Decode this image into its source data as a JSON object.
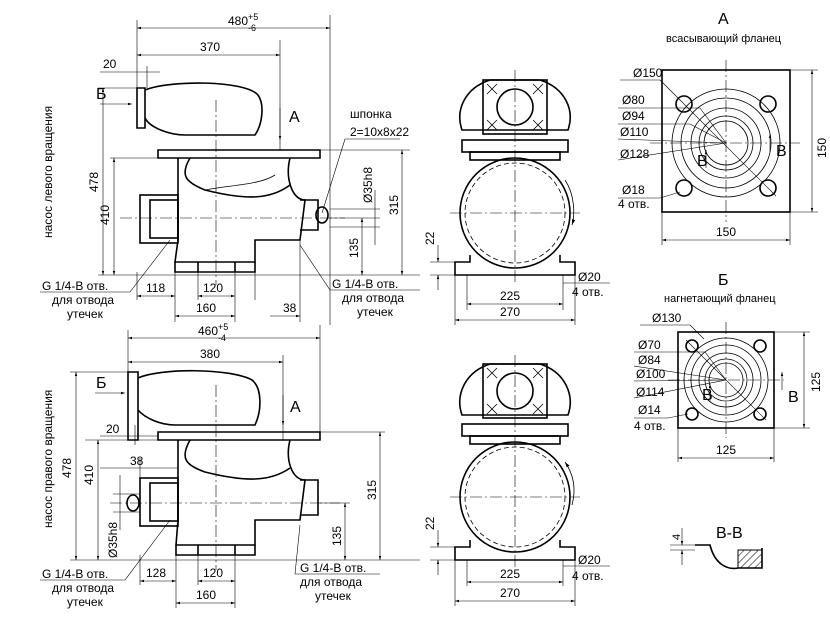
{
  "views": {
    "top_side": {
      "label": "насос левого вращения",
      "dims": {
        "overall": "480",
        "overall_tol_upper": "+5",
        "overall_tol_lower": "-6",
        "length_370": "370",
        "offset_20": "20",
        "height_478": "478",
        "height_410": "410",
        "height_315": "315",
        "height_135": "135",
        "shaft": "Ø35h8",
        "base_118": "118",
        "base_120": "120",
        "base_160": "160",
        "base_38": "38"
      },
      "marker_b": "Б",
      "marker_a": "А",
      "key_title": "шпонка",
      "key_spec": "2=10x8x22",
      "drain_left": [
        "G 1/4-B отв.",
        "для отвода",
        "утечек"
      ],
      "drain_right": [
        "G 1/4-B отв.",
        "для отвода",
        "утечек"
      ]
    },
    "bottom_side": {
      "label": "насос правого вращения",
      "dims": {
        "overall": "460",
        "overall_tol_upper": "+5",
        "overall_tol_lower": "-4",
        "length_380": "380",
        "offset_20": "20",
        "offset_38": "38",
        "height_478": "478",
        "height_410": "410",
        "height_315": "315",
        "height_135": "135",
        "shaft": "Ø35h8",
        "base_128": "128",
        "base_120": "120",
        "base_160": "160"
      },
      "marker_b": "Б",
      "marker_a": "А",
      "drain_left": [
        "G 1/4-B отв.",
        "для отвода",
        "утечек"
      ],
      "drain_right": [
        "G 1/4-B отв.",
        "для отвода",
        "утечек"
      ]
    },
    "top_end": {
      "dims": {
        "h22": "22",
        "w225": "225",
        "w270": "270",
        "hole": "Ø20",
        "holes": "4 отв."
      }
    },
    "bottom_end": {
      "dims": {
        "h22": "22",
        "w225": "225",
        "w270": "270",
        "hole": "Ø20",
        "holes": "4 отв."
      }
    }
  },
  "flange_a": {
    "title": "А",
    "subtitle": "всасывающий фланец",
    "diameters": [
      "Ø150",
      "Ø80",
      "Ø94",
      "Ø110",
      "Ø128"
    ],
    "holes": "Ø18",
    "holes_count": "4 отв.",
    "side": "150",
    "bottom": "150",
    "section_mark": "В"
  },
  "flange_b": {
    "title": "Б",
    "subtitle": "нагнетающий фланец",
    "diameters": [
      "Ø130",
      "Ø70",
      "Ø84",
      "Ø100",
      "Ø114"
    ],
    "holes": "Ø14",
    "holes_count": "4 отв.",
    "side": "125",
    "bottom": "125",
    "section_mark": "В"
  },
  "section": {
    "title": "В-В",
    "dim": "4"
  }
}
